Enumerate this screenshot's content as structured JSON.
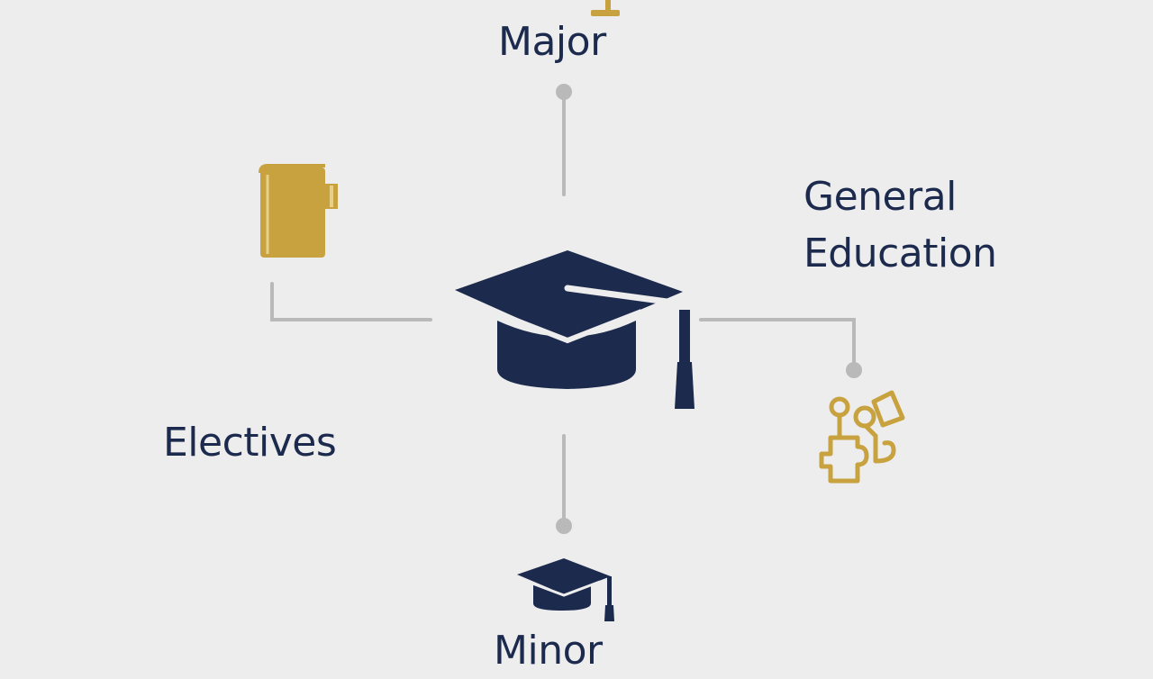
{
  "nodes": {
    "major": {
      "label": "Major",
      "icon": "trophy-icon"
    },
    "general_education": {
      "label_line1": "General",
      "label_line2": "Education",
      "icon": "puzzle-gears-icon"
    },
    "electives": {
      "label": "Electives",
      "icon": "book-icon"
    },
    "minor": {
      "label": "Minor",
      "icon": "small-graduation-cap-icon"
    }
  },
  "center": {
    "icon": "graduation-cap-icon"
  },
  "colors": {
    "navy": "#1c2a4d",
    "gold": "#c8a23f",
    "connector": "#b9b9b9",
    "background": "#ededed"
  }
}
